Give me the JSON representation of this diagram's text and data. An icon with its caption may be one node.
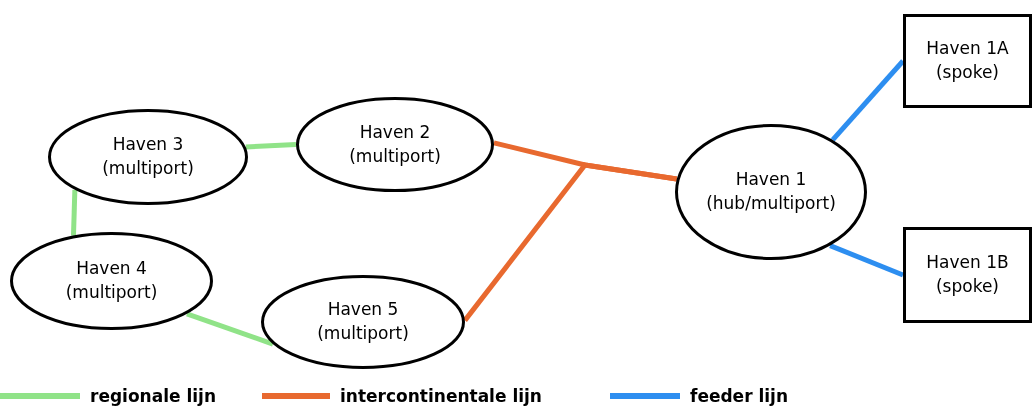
{
  "diagram": {
    "nodes": [
      {
        "text": [
          "Haven 3 (multiport)"
        ]
      },
      {
        "text": [
          "Haven 2 (multiport)"
        ]
      },
      {
        "text": [
          "Haven 1 (hub/multiport)"
        ]
      },
      {
        "text": [
          "Haven 1A (spoke)"
        ]
      },
      {
        "text": [
          "Haven 4 (multiport)"
        ]
      },
      {
        "text": [
          "Haven 5 (multiport)"
        ]
      },
      {
        "text": [
          "Haven 1B (spoke)"
        ]
      }
    ],
    "edges": [
      {
        "from": 0,
        "to": 1,
        "arrow": "none",
        "color": "#90e388"
      },
      {
        "from": 0,
        "to": 4,
        "arrow": "none",
        "color": "#90e388"
      },
      {
        "from": 4,
        "to": 5,
        "arrow": "none",
        "color": "#90e388"
      },
      {
        "from": 1,
        "to": 2,
        "arrow": "none",
        "color": "#e8692f"
      },
      {
        "from": 5,
        "to": 2,
        "arrow": "none",
        "color": "#e8692f"
      },
      {
        "from": 2,
        "to": 3,
        "arrow": "none",
        "color": "#2d8ef0"
      },
      {
        "from": 2,
        "to": 6,
        "arrow": "none",
        "color": "#2d8ef0"
      }
    ],
    "legend": [
      {
        "text": "regionale lijn",
        "color": "#90e388"
      },
      {
        "text": "intercontinentale lijn",
        "color": "#e8692f"
      },
      {
        "text": "feeder lijn",
        "color": "#2d8ef0"
      }
    ]
  }
}
